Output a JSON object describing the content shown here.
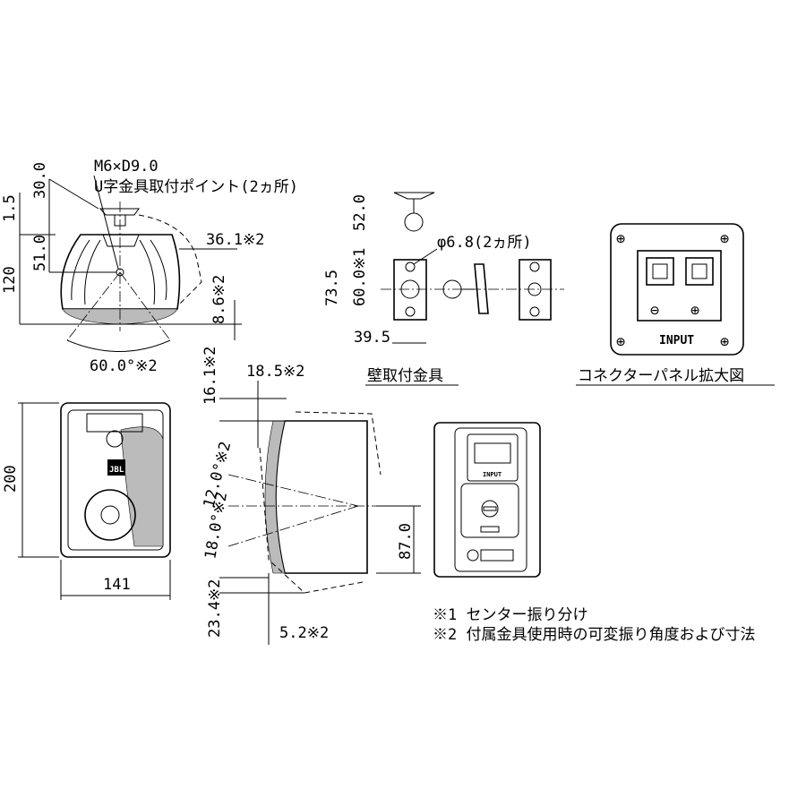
{
  "top_side_view": {
    "screw_spec": "M6×D9.0",
    "mount_point": "U字金具取付ポイント(2ヵ所)",
    "dim_30": "30.0",
    "dim_1_5": "1.5",
    "dim_51": "51.0",
    "dim_120": "120",
    "dim_36_1": "36.1※2",
    "dim_8_6": "8.6※2",
    "angle_60": "60.0°※2"
  },
  "bracket": {
    "dim_52": "52.0",
    "hole": "φ6.8(2ヵ所)",
    "dim_73_5": "73.5",
    "dim_60": "60.0※1",
    "dim_39_5": "39.5",
    "title": "壁取付金具"
  },
  "connector_panel": {
    "input_label": "INPUT",
    "minus": "⊖",
    "plus": "⊕",
    "title": "コネクターパネル拡大図"
  },
  "front_view": {
    "dim_200": "200",
    "dim_141": "141",
    "logo": "JBL"
  },
  "side_view": {
    "dim_18_5": "18.5※2",
    "dim_16_1": "16.1※2",
    "angle_12": "12.0°※2",
    "angle_18": "18.0°※2",
    "dim_87": "87.0",
    "dim_23_4": "23.4※2",
    "dim_5_2": "5.2※2"
  },
  "rear_view": {
    "input_label": "INPUT"
  },
  "notes": [
    "※1 センター振り分け",
    "※2 付属金具使用時の可変振り角度および寸法"
  ]
}
